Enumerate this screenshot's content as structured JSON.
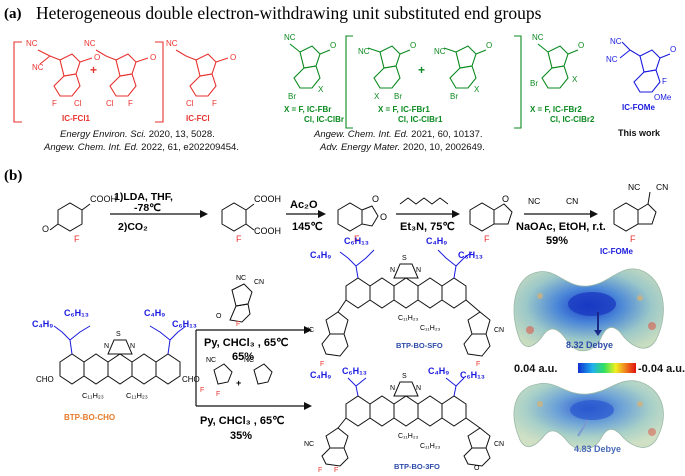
{
  "panel_a": {
    "label": "(a)",
    "title": "Heterogeneous double electron-withdrawing unit substituted end groups",
    "group1": {
      "compounds": [
        "IC-FCl1",
        "IC-FCl"
      ],
      "plus": "+",
      "substituents": [
        "F",
        "Cl",
        "F",
        "Cl"
      ]
    },
    "group2": {
      "compound_a_x": "X = F,  IC-FBr",
      "compound_a_cl": "Cl, IC-ClBr",
      "compound_b_x": "X = F,  IC-FBr1",
      "compound_b_cl": "Cl, IC-ClBr1",
      "compound_c_x": "X = F,  IC-FBr2",
      "compound_c_cl": "Cl, IC-ClBr2",
      "plus": "+",
      "atoms": [
        "Br",
        "X",
        "Br",
        "Br",
        "X",
        "Br",
        "X"
      ]
    },
    "group3": {
      "compound": "IC-FOMe",
      "atoms": [
        "F",
        "OMe"
      ],
      "note": "This work"
    },
    "refs": {
      "ref1_journal": "Energy Environ. Sci.",
      "ref1_rest": " 2020, 13, 5028.",
      "ref2_journal": "Angew. Chem. Int. Ed.",
      "ref2_rest": " 2022, 61, e202209454.",
      "ref3_journal": "Angew. Chem. Int. Ed.",
      "ref3_rest": " 2021, 60, 10137.",
      "ref4_journal": "Adv. Energy Mater.",
      "ref4_rest": " 2020, 10, 2002649."
    },
    "nc": "NC",
    "cn": "CN",
    "o": "O"
  },
  "panel_b": {
    "label": "(b)",
    "step1": {
      "reagents": "1)LDA, THF,",
      "temp": "-78℃",
      "step2": "2)CO₂"
    },
    "step2": {
      "reagents": "Ac₂O",
      "temp": "145℃"
    },
    "step3": {
      "reagents": "Et₃N, 75℃"
    },
    "step4": {
      "reagents": "NaOAc, EtOH, r.t.",
      "yield": "59%"
    },
    "product_label": "IC-FOMe",
    "cooh": "COOH",
    "atoms": {
      "f": "F",
      "o": "O",
      "s": "S",
      "n": "N",
      "oi": "O"
    },
    "substrate": "BTP-BO-CHO",
    "cho": "CHO",
    "alkyl_c4": "C₄H₉",
    "alkyl_c6": "C₆H₁₃",
    "alkyl_c11": "C₁₁H₂₃",
    "reaction1": {
      "conditions": "Py, CHCl₃ , 65℃",
      "yield": "65%"
    },
    "reaction2": {
      "conditions": "Py, CHCl₃ , 65℃",
      "yield": "35%"
    },
    "product1": "BTP-BO-SFO",
    "product2": "BTP-BO-3FO",
    "esp": {
      "dipole1": "8.32 Debye",
      "dipole2": "4.83 Debye",
      "scale_max": "0.04 a.u.",
      "scale_min": "-0.04 a.u."
    }
  },
  "colors": {
    "red": "#e8322e",
    "green": "#0a8a1f",
    "blue": "#1a1adf",
    "orange": "#e87a2a",
    "black": "#111111"
  }
}
